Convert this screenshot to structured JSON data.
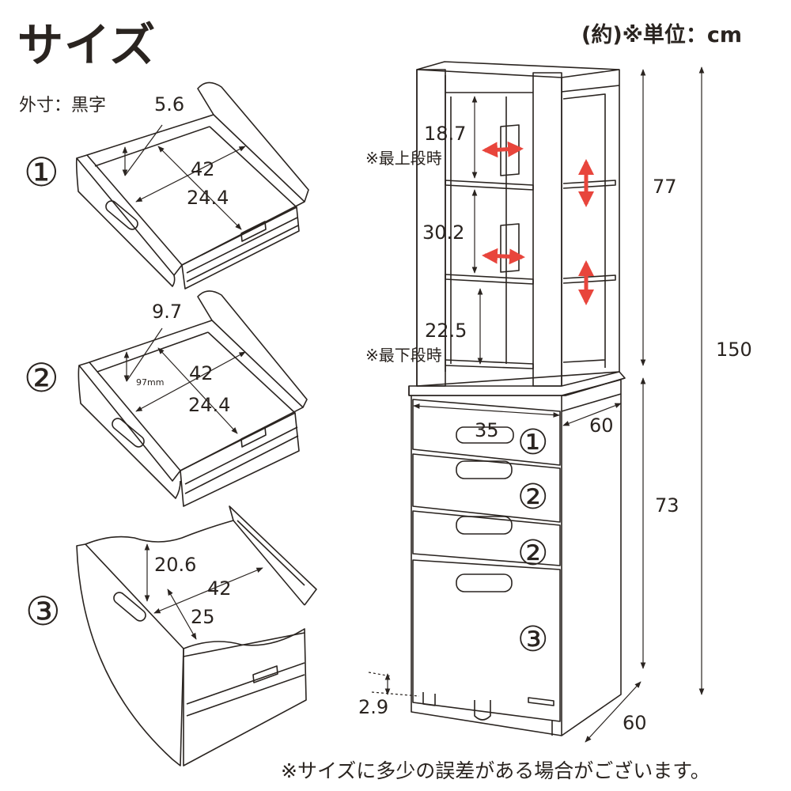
{
  "header": {
    "title": "サイズ",
    "unit_note": "(約)※単位：cm",
    "legend": "外寸：黒字"
  },
  "drawers": [
    {
      "number": "①",
      "depth_label": "5.6",
      "width_label": "42",
      "length_label": "24.4"
    },
    {
      "number": "②",
      "depth_label": "9.7",
      "inner_note": "97mm",
      "width_label": "42",
      "length_label": "24.4"
    },
    {
      "number": "③",
      "depth_label": "20.6",
      "width_label": "42",
      "length_label": "25"
    }
  ],
  "cabinet": {
    "shelf_top_height": "18.7",
    "shelf_top_note": "※最上段時",
    "shelf_mid_height": "30.2",
    "shelf_bottom_height": "22.5",
    "shelf_bottom_note": "※最下段時",
    "upper_height": "77",
    "lower_height": "73",
    "total_height": "150",
    "inner_width": "35",
    "side_depth": "60",
    "base_depth": "60",
    "caster_height": "2.9",
    "front_labels": [
      "①",
      "②",
      "②",
      "③"
    ]
  },
  "footer": {
    "note": "※サイズに多少の誤差がある場合がございます。"
  },
  "colors": {
    "line": "#2a2420",
    "arrow_red": "#e8453c"
  }
}
